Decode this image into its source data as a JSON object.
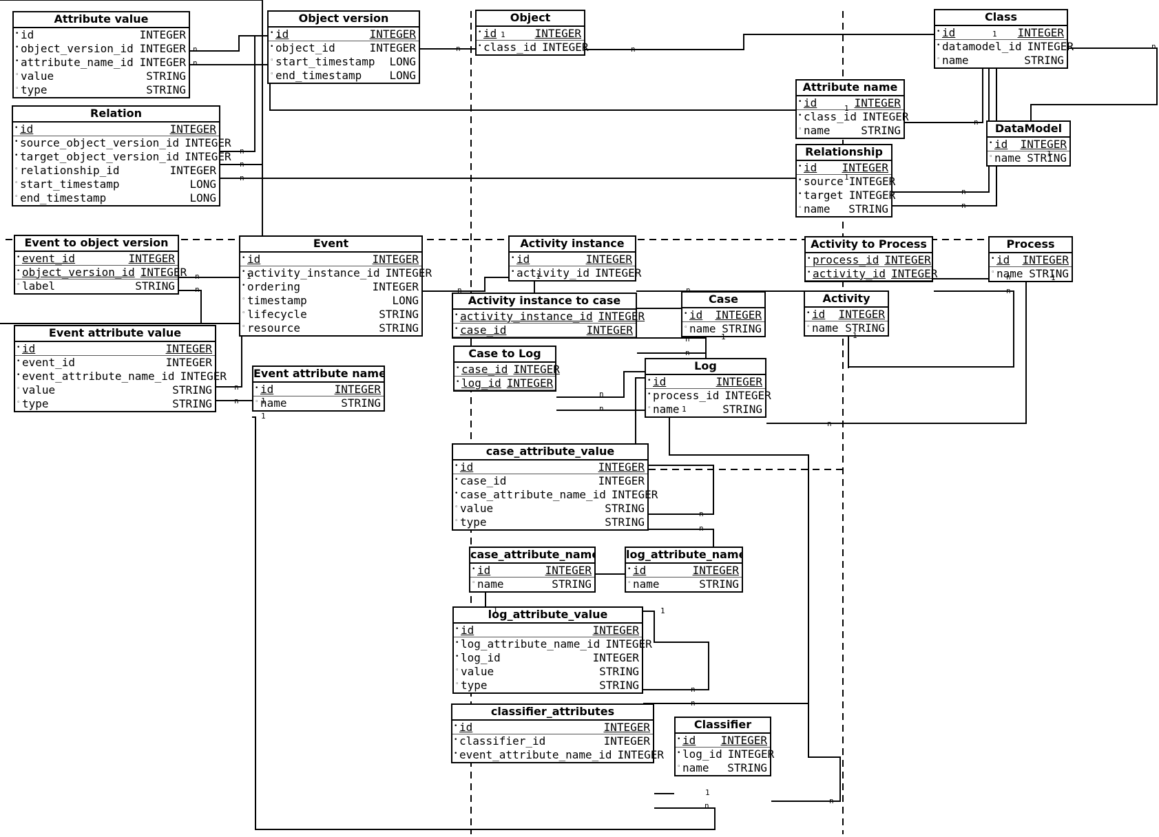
{
  "entities": {
    "attribute_value": {
      "title": "Attribute value",
      "attrs": [
        {
          "marker": "•",
          "name": "id",
          "type": "INTEGER",
          "pk": false
        },
        {
          "marker": "•",
          "name": "object_version_id",
          "type": "INTEGER",
          "pk": false
        },
        {
          "marker": "•",
          "name": "attribute_name_id",
          "type": "INTEGER",
          "pk": false
        },
        {
          "marker": "◦",
          "name": "value",
          "type": "STRING",
          "pk": false
        },
        {
          "marker": "◦",
          "name": "type",
          "type": "STRING",
          "pk": false
        }
      ]
    },
    "object_version": {
      "title": "Object version",
      "attrs": [
        {
          "marker": "•",
          "name": "id",
          "type": "INTEGER",
          "pk": true
        },
        {
          "marker": "•",
          "name": "object_id",
          "type": "INTEGER",
          "pk": false
        },
        {
          "marker": "◦",
          "name": "start_timestamp",
          "type": "LONG",
          "pk": false
        },
        {
          "marker": "◦",
          "name": "end_timestamp",
          "type": "LONG",
          "pk": false
        }
      ]
    },
    "object": {
      "title": "Object",
      "attrs": [
        {
          "marker": "•",
          "name": "id",
          "type": "INTEGER",
          "pk": true
        },
        {
          "marker": "•",
          "name": "class_id",
          "type": "INTEGER",
          "pk": false
        }
      ]
    },
    "class": {
      "title": "Class",
      "attrs": [
        {
          "marker": "•",
          "name": "id",
          "type": "INTEGER",
          "pk": true
        },
        {
          "marker": "•",
          "name": "datamodel_id",
          "type": "INTEGER",
          "pk": false
        },
        {
          "marker": "◦",
          "name": "name",
          "type": "STRING",
          "pk": false
        }
      ]
    },
    "relation": {
      "title": "Relation",
      "attrs": [
        {
          "marker": "•",
          "name": "id",
          "type": "INTEGER",
          "pk": true
        },
        {
          "marker": "•",
          "name": "source_object_version_id",
          "type": "INTEGER",
          "pk": false
        },
        {
          "marker": "•",
          "name": "target_object_version_id",
          "type": "INTEGER",
          "pk": false
        },
        {
          "marker": "◦",
          "name": "relationship_id",
          "type": "INTEGER",
          "pk": false
        },
        {
          "marker": "◦",
          "name": "start_timestamp",
          "type": "LONG",
          "pk": false
        },
        {
          "marker": "◦",
          "name": "end_timestamp",
          "type": "LONG",
          "pk": false
        }
      ]
    },
    "attribute_name": {
      "title": "Attribute name",
      "attrs": [
        {
          "marker": "•",
          "name": "id",
          "type": "INTEGER",
          "pk": true
        },
        {
          "marker": "•",
          "name": "class_id",
          "type": "INTEGER",
          "pk": false
        },
        {
          "marker": "◦",
          "name": "name",
          "type": "STRING",
          "pk": false
        }
      ]
    },
    "relationship": {
      "title": "Relationship",
      "attrs": [
        {
          "marker": "•",
          "name": "id",
          "type": "INTEGER",
          "pk": true
        },
        {
          "marker": "•",
          "name": "source",
          "type": "INTEGER",
          "pk": false
        },
        {
          "marker": "•",
          "name": "target",
          "type": "INTEGER",
          "pk": false
        },
        {
          "marker": "◦",
          "name": "name",
          "type": "STRING",
          "pk": false
        }
      ]
    },
    "datamodel": {
      "title": "DataModel",
      "attrs": [
        {
          "marker": "•",
          "name": "id",
          "type": "INTEGER",
          "pk": true
        },
        {
          "marker": "◦",
          "name": "name",
          "type": "STRING",
          "pk": false
        }
      ]
    },
    "event_to_object_version": {
      "title": "Event to object version",
      "attrs": [
        {
          "marker": "•",
          "name": "event_id",
          "type": "INTEGER",
          "pk": true
        },
        {
          "marker": "•",
          "name": "object_version_id",
          "type": "INTEGER",
          "pk": true
        },
        {
          "marker": "◦",
          "name": "label",
          "type": "STRING",
          "pk": false
        }
      ]
    },
    "event": {
      "title": "Event",
      "attrs": [
        {
          "marker": "•",
          "name": "id",
          "type": "INTEGER",
          "pk": true
        },
        {
          "marker": "•",
          "name": "activity_instance_id",
          "type": "INTEGER",
          "pk": false
        },
        {
          "marker": "•",
          "name": "ordering",
          "type": "INTEGER",
          "pk": false
        },
        {
          "marker": "◦",
          "name": "timestamp",
          "type": "LONG",
          "pk": false
        },
        {
          "marker": "◦",
          "name": "lifecycle",
          "type": "STRING",
          "pk": false
        },
        {
          "marker": "◦",
          "name": "resource",
          "type": "STRING",
          "pk": false
        }
      ]
    },
    "activity_instance": {
      "title": "Activity instance",
      "attrs": [
        {
          "marker": "•",
          "name": "id",
          "type": "INTEGER",
          "pk": true
        },
        {
          "marker": "•",
          "name": "activity_id",
          "type": "INTEGER",
          "pk": false
        }
      ]
    },
    "activity_to_process": {
      "title": "Activity to Process",
      "attrs": [
        {
          "marker": "•",
          "name": "process_id",
          "type": "INTEGER",
          "pk": true
        },
        {
          "marker": "•",
          "name": "activity_id",
          "type": "INTEGER",
          "pk": true
        }
      ]
    },
    "process": {
      "title": "Process",
      "attrs": [
        {
          "marker": "•",
          "name": "id",
          "type": "INTEGER",
          "pk": true
        },
        {
          "marker": "◦",
          "name": "name",
          "type": "STRING",
          "pk": false
        }
      ]
    },
    "activity_instance_to_case": {
      "title": "Activity instance to case",
      "attrs": [
        {
          "marker": "•",
          "name": "activity_instance_id",
          "type": "INTEGER",
          "pk": true
        },
        {
          "marker": "•",
          "name": "case_id",
          "type": "INTEGER",
          "pk": true
        }
      ]
    },
    "case": {
      "title": "Case",
      "attrs": [
        {
          "marker": "•",
          "name": "id",
          "type": "INTEGER",
          "pk": true
        },
        {
          "marker": "◦",
          "name": "name",
          "type": "STRING",
          "pk": false
        }
      ]
    },
    "activity": {
      "title": "Activity",
      "attrs": [
        {
          "marker": "•",
          "name": "id",
          "type": "INTEGER",
          "pk": true
        },
        {
          "marker": "◦",
          "name": "name",
          "type": "STRING",
          "pk": false
        }
      ]
    },
    "event_attribute_value": {
      "title": "Event attribute value",
      "attrs": [
        {
          "marker": "•",
          "name": "id",
          "type": "INTEGER",
          "pk": true
        },
        {
          "marker": "•",
          "name": "event_id",
          "type": "INTEGER",
          "pk": false
        },
        {
          "marker": "•",
          "name": "event_attribute_name_id",
          "type": "INTEGER",
          "pk": false
        },
        {
          "marker": "◦",
          "name": "value",
          "type": "STRING",
          "pk": false
        },
        {
          "marker": "◦",
          "name": "type",
          "type": "STRING",
          "pk": false
        }
      ]
    },
    "event_attribute_name": {
      "title": "Event attribute name",
      "attrs": [
        {
          "marker": "•",
          "name": "id",
          "type": "INTEGER",
          "pk": true
        },
        {
          "marker": "◦",
          "name": "name",
          "type": "STRING",
          "pk": false
        }
      ]
    },
    "case_to_log": {
      "title": "Case to Log",
      "attrs": [
        {
          "marker": "•",
          "name": "case_id",
          "type": "INTEGER",
          "pk": true
        },
        {
          "marker": "•",
          "name": "log_id",
          "type": "INTEGER",
          "pk": true
        }
      ]
    },
    "log": {
      "title": "Log",
      "attrs": [
        {
          "marker": "•",
          "name": "id",
          "type": "INTEGER",
          "pk": true
        },
        {
          "marker": "•",
          "name": "process_id",
          "type": "INTEGER",
          "pk": false
        },
        {
          "marker": "◦",
          "name": "name",
          "type": "STRING",
          "pk": false
        }
      ]
    },
    "case_attribute_value": {
      "title": "case_attribute_value",
      "attrs": [
        {
          "marker": "•",
          "name": "id",
          "type": "INTEGER",
          "pk": true
        },
        {
          "marker": "•",
          "name": "case_id",
          "type": "INTEGER",
          "pk": false
        },
        {
          "marker": "•",
          "name": "case_attribute_name_id",
          "type": "INTEGER",
          "pk": false
        },
        {
          "marker": "◦",
          "name": "value",
          "type": "STRING",
          "pk": false
        },
        {
          "marker": "◦",
          "name": "type",
          "type": "STRING",
          "pk": false
        }
      ]
    },
    "case_attribute_name": {
      "title": "case_attribute_name",
      "attrs": [
        {
          "marker": "•",
          "name": "id",
          "type": "INTEGER",
          "pk": true
        },
        {
          "marker": "◦",
          "name": "name",
          "type": "STRING",
          "pk": false
        }
      ]
    },
    "log_attribute_name": {
      "title": "log_attribute_name",
      "attrs": [
        {
          "marker": "•",
          "name": "id",
          "type": "INTEGER",
          "pk": true
        },
        {
          "marker": "◦",
          "name": "name",
          "type": "STRING",
          "pk": false
        }
      ]
    },
    "log_attribute_value": {
      "title": "log_attribute_value",
      "attrs": [
        {
          "marker": "•",
          "name": "id",
          "type": "INTEGER",
          "pk": true
        },
        {
          "marker": "•",
          "name": "log_attribute_name_id",
          "type": "INTEGER",
          "pk": false
        },
        {
          "marker": "•",
          "name": "log_id",
          "type": "INTEGER",
          "pk": false
        },
        {
          "marker": "◦",
          "name": "value",
          "type": "STRING",
          "pk": false
        },
        {
          "marker": "◦",
          "name": "type",
          "type": "STRING",
          "pk": false
        }
      ]
    },
    "classifier_attributes": {
      "title": "classifier_attributes",
      "attrs": [
        {
          "marker": "•",
          "name": "id",
          "type": "INTEGER",
          "pk": true
        },
        {
          "marker": "•",
          "name": "classifier_id",
          "type": "INTEGER",
          "pk": false
        },
        {
          "marker": "•",
          "name": "event_attribute_name_id",
          "type": "INTEGER",
          "pk": false
        }
      ]
    },
    "classifier": {
      "title": "Classifier",
      "attrs": [
        {
          "marker": "•",
          "name": "id",
          "type": "INTEGER",
          "pk": true
        },
        {
          "marker": "•",
          "name": "log_id",
          "type": "INTEGER",
          "pk": false
        },
        {
          "marker": "◦",
          "name": "name",
          "type": "STRING",
          "pk": false
        }
      ]
    }
  },
  "cardinality": {
    "one": "1",
    "many": "n"
  },
  "colors": {
    "line": "#000000",
    "background": "#ffffff"
  }
}
